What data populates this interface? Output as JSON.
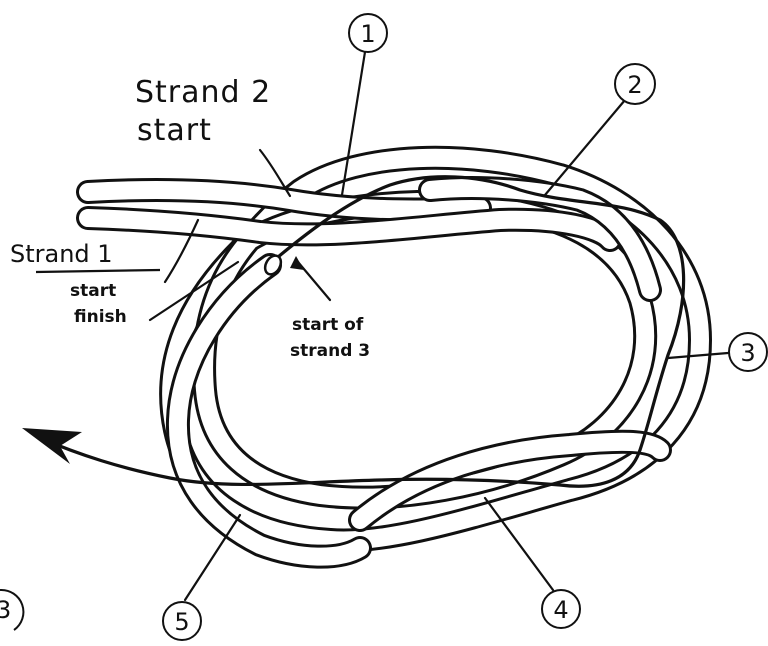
{
  "colors": {
    "ink": "#111111",
    "paper": "#ffffff"
  },
  "labels": {
    "strand2_line1": "Strand 2",
    "strand2_line2": "start",
    "strand1_line1": "Strand 1",
    "strand1_line2": "start",
    "strand1_line3": "finish",
    "strand3_line1": "start of",
    "strand3_line2": "strand 3"
  },
  "callouts": [
    {
      "number": "1"
    },
    {
      "number": "2"
    },
    {
      "number": "3"
    },
    {
      "number": "4"
    },
    {
      "number": "5"
    }
  ],
  "corner_fragment": "3"
}
